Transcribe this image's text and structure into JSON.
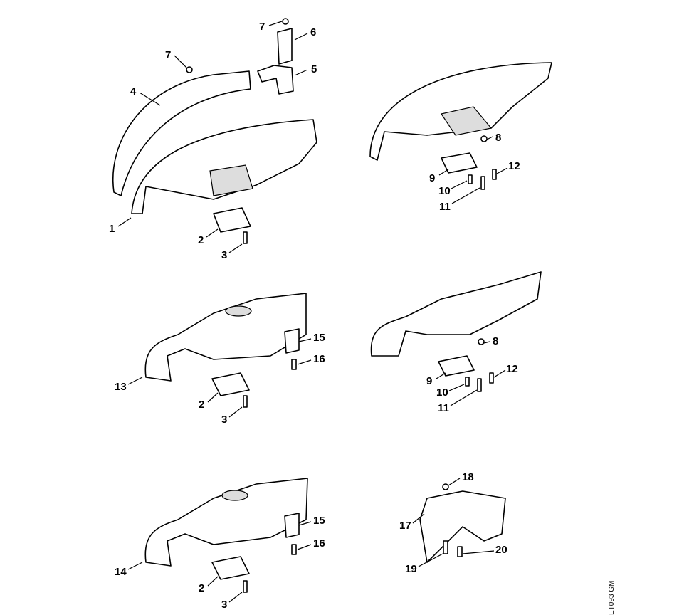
{
  "diagram_code": "ET093 GM",
  "callouts": [
    "7",
    "6",
    "7",
    "5",
    "4",
    "1",
    "2",
    "3",
    "8",
    "9",
    "12",
    "10",
    "11",
    "15",
    "16",
    "13",
    "2",
    "3",
    "8",
    "9",
    "12",
    "10",
    "11",
    "18",
    "15",
    "16",
    "17",
    "20",
    "14",
    "2",
    "3",
    "19"
  ]
}
